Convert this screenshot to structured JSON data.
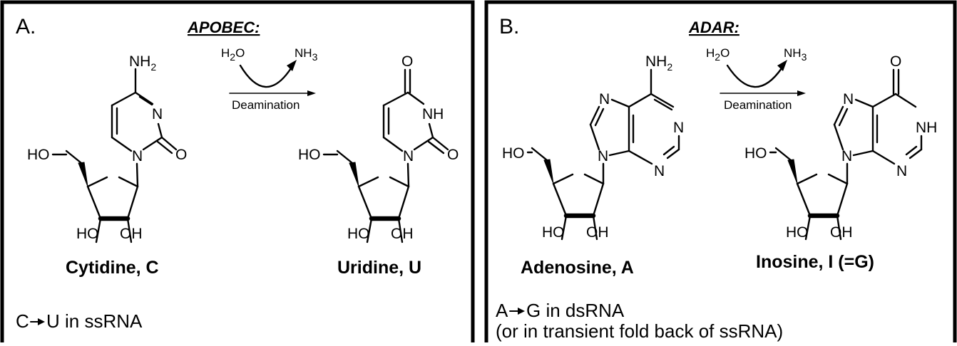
{
  "panel_a": {
    "letter": "A.",
    "enzyme": "APOBEC:",
    "reagent_in": "H2O",
    "reagent_out": "NH3",
    "reaction": "Deamination",
    "substrate_name": "Cytidine, C",
    "product_name": "Uridine, U",
    "note_from": "C",
    "note_to": "U in ssRNA"
  },
  "panel_b": {
    "letter": "B.",
    "enzyme": "ADAR:",
    "reagent_in": "H2O",
    "reagent_out": "NH3",
    "reaction": "Deamination",
    "substrate_name": "Adenosine, A",
    "product_name": "Inosine, I (=G)",
    "note_from": "A",
    "note_to": "G in dsRNA",
    "note_line2": "(or in transient fold back of ssRNA)"
  },
  "atoms": {
    "nh2": "NH",
    "nh2_sub": "2",
    "n": "N",
    "nh": "NH",
    "o": "O",
    "ho": "HO",
    "oh": "OH",
    "h2o_h": "H",
    "h2o_2": "2",
    "h2o_o": "O",
    "nh3_nh": "NH",
    "nh3_3": "3"
  },
  "icons": {
    "reaction_arrow": "arrow-right-icon",
    "conversion_arrow": "small-arrow-right-icon"
  }
}
